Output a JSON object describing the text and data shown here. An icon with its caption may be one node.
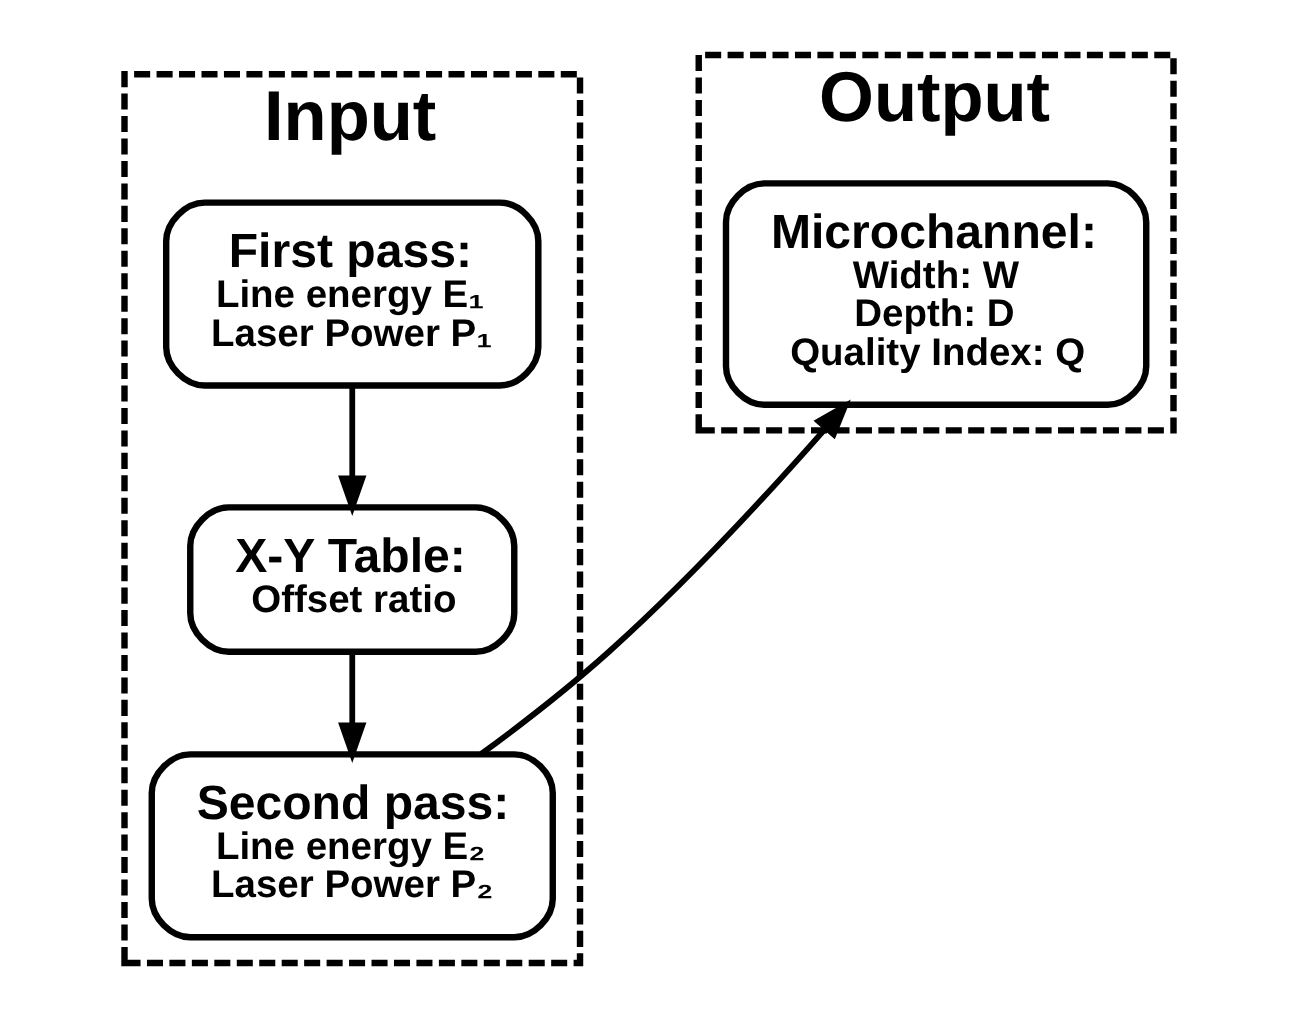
{
  "diagram": {
    "nodes": [
      {
        "text": [
          "Input"
        ]
      },
      {
        "text": [
          "First pass:",
          "Line energy E₁",
          "Laser Power P₁"
        ],
        "in": 0
      },
      {
        "text": [
          "X-Y Table:",
          "Offset ratio"
        ],
        "in": 0
      },
      {
        "text": [
          "Second pass:",
          "Line energy E₂",
          "Laser Power P₂"
        ],
        "in": 0
      },
      {
        "text": [
          "Output"
        ]
      },
      {
        "text": [
          "Microchannel:",
          "Width: W",
          "Depth: D",
          "Quality Index: Q"
        ],
        "in": 4
      }
    ],
    "edges": [
      {
        "from": 1,
        "to": 2,
        "arrow": "to"
      },
      {
        "from": 2,
        "to": 3,
        "arrow": "to"
      },
      {
        "from": 3,
        "to": 5,
        "arrow": "to"
      }
    ]
  }
}
